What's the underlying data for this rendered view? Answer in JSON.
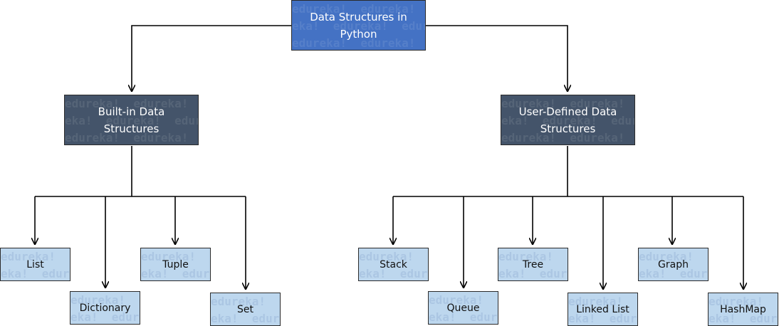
{
  "root": {
    "label": "Data Structures in Python"
  },
  "categories": [
    {
      "label": "Built-in Data Structures"
    },
    {
      "label": "User-Defined Data Structures"
    }
  ],
  "builtin": [
    {
      "label": "List"
    },
    {
      "label": "Dictionary"
    },
    {
      "label": "Tuple"
    },
    {
      "label": "Set"
    }
  ],
  "user_defined": [
    {
      "label": "Stack"
    },
    {
      "label": "Queue"
    },
    {
      "label": "Tree"
    },
    {
      "label": "Linked List"
    },
    {
      "label": "Graph"
    },
    {
      "label": "HashMap"
    }
  ],
  "watermark": "edureka!",
  "colors": {
    "root_fill": "#4472c4",
    "category_fill": "#44546a",
    "leaf_fill": "#bdd7ee",
    "connector": "#000000"
  }
}
